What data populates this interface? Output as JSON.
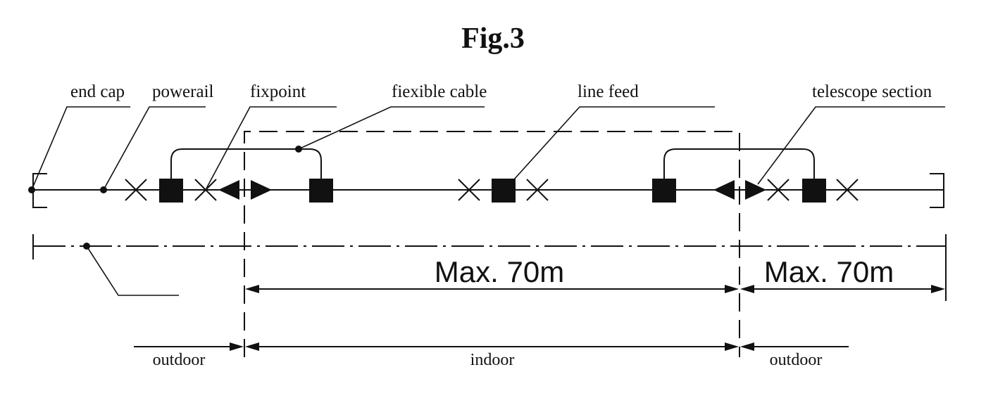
{
  "figure": {
    "title": "Fig.3"
  },
  "callouts": {
    "end_cap": "end cap",
    "powerail": "powerail",
    "fixpoint": "fixpoint",
    "flexible_cable": "fiexible cable",
    "line_feed": "line feed",
    "telescope_section": "telescope section"
  },
  "dimensions": {
    "indoor_span": "Max. 70m",
    "outdoor_span": "Max. 70m"
  },
  "zones": {
    "outdoor_left": "outdoor",
    "indoor": "indoor",
    "outdoor_right": "outdoor"
  }
}
